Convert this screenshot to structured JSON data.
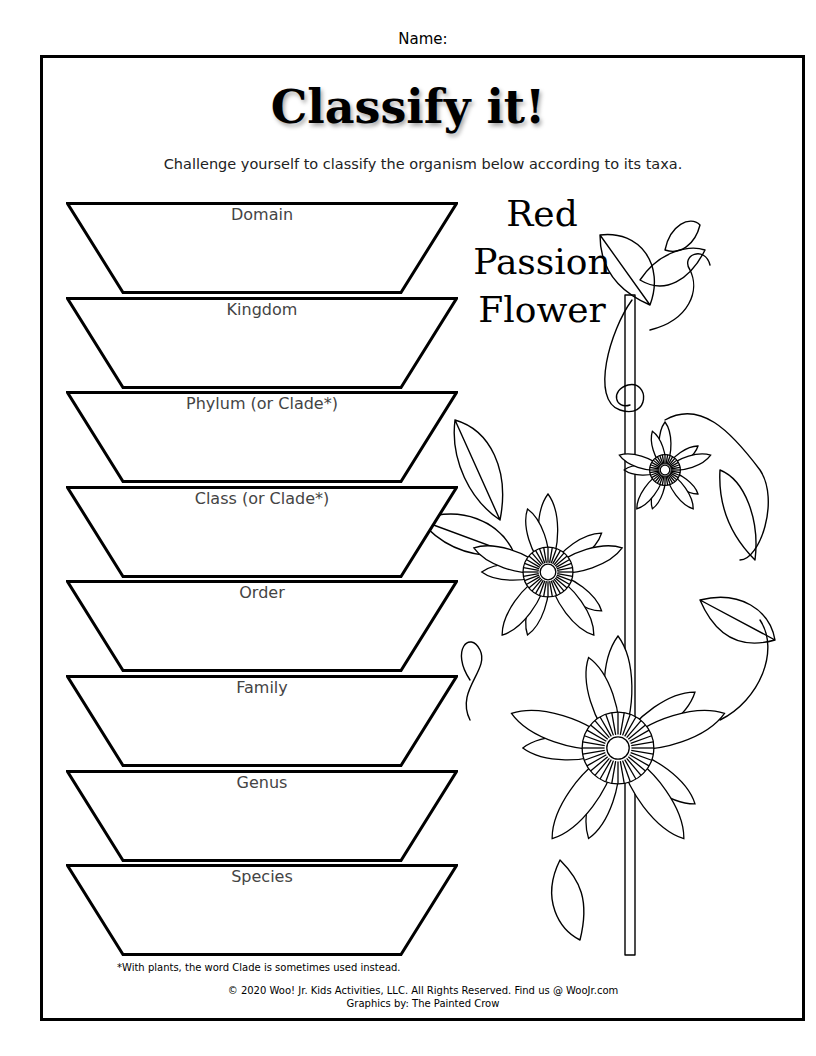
{
  "diagram": {
    "title": "Classify it!",
    "nodes": [
      {
        "text": [
          "Domain"
        ]
      },
      {
        "text": [
          "Kingdom"
        ]
      },
      {
        "text": [
          "Phylum (or Clade*)"
        ]
      },
      {
        "text": [
          "Class (or Clade*)"
        ]
      },
      {
        "text": [
          "Order"
        ]
      },
      {
        "text": [
          "Family"
        ]
      },
      {
        "text": [
          "Genus"
        ]
      },
      {
        "text": [
          "Species"
        ]
      }
    ],
    "labels": [
      "Name:",
      "Challenge yourself to classify the organism below according to its taxa.",
      "Red Passion Flower",
      "*With plants, the word Clade is sometimes used instead.",
      "© 2020 Woo! Jr. Kids Activities, LLC. All Rights Reserved. Find us @ WooJr.com",
      "Graphics by: The Painted Crow"
    ]
  }
}
